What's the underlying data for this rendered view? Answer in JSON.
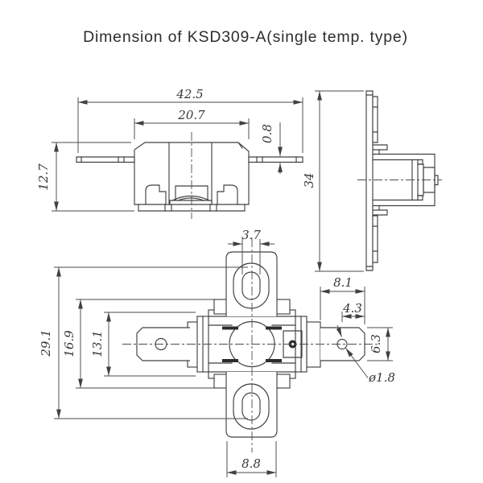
{
  "title": "Dimension of KSD309-A(single temp. type)",
  "colors": {
    "line": "#414141",
    "dimension_line": "#4a4a4a",
    "text": "#383838",
    "title_text": "#2d2d2d",
    "background": "#ffffff",
    "filled_slot": "#2c2c2c"
  },
  "views": {
    "side": {
      "overall_width": "42.5",
      "body_width": "20.7",
      "terminal_thickness": "0.8",
      "height": "12.7"
    },
    "end": {
      "height": "34"
    },
    "plan": {
      "slot_width": "3.7",
      "overall_height": "29.1",
      "bracket_span": "16.9",
      "body_height": "13.1",
      "terminal_length": "8.1",
      "hole_to_tip": "4.3",
      "terminal_width": "6.3",
      "hole_diameter": "ø1.8",
      "tab_width": "8.8"
    }
  }
}
